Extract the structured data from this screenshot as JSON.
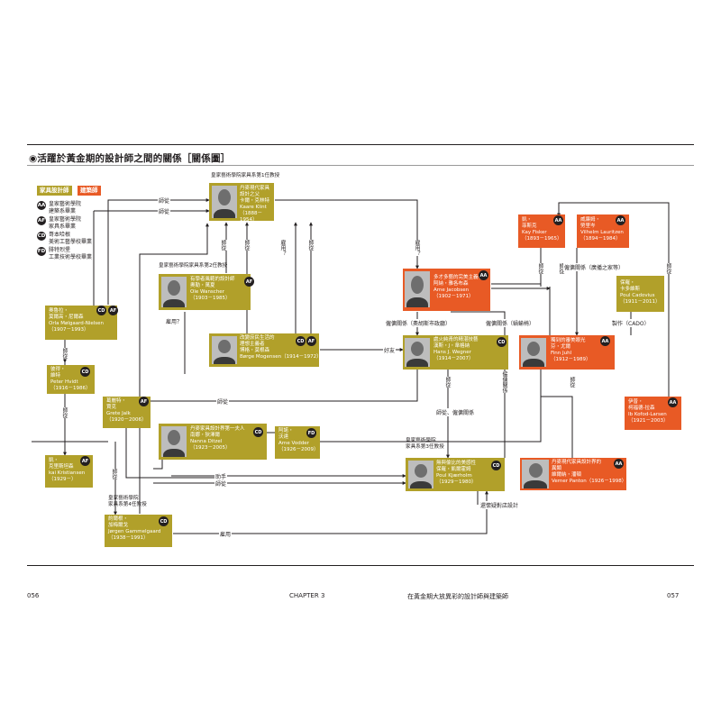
{
  "title": "◉活躍於黃金期的設計師之間的關係［關係圖］",
  "legend": {
    "furniture_designer": "家具設計師",
    "architect": "建築師",
    "items": [
      {
        "code": "AA",
        "text": "皇家藝術學院\n建築系畢業"
      },
      {
        "code": "AF",
        "text": "皇家藝術學院\n家具系畢業"
      },
      {
        "code": "CD",
        "text": "哥本哈根\n美術工藝學校畢業"
      },
      {
        "code": "FD",
        "text": "腓特烈堡\n工業技術學校畢業"
      }
    ]
  },
  "notes": {
    "klint": "皇家藝術學院家具系第1任教授",
    "wanscher": "皇家藝術學院家具系第2任教授",
    "kjaerholm": "皇家藝術學院\n家具系第3任教授",
    "gammelgaard": "皇家藝術學院\n家具系第4任教授"
  },
  "people": {
    "klint": {
      "text": "丹麥現代家具設計之父\n卡爾・克林特\nKaare Klint\n（1888－1954）"
    },
    "wanscher": {
      "text": "有學者風範的設計師\n奧勒・萬夏\nOle Wanscher\n（1903－1985）",
      "badge": "AF"
    },
    "nielsen": {
      "text": "奧魯拉・\n莫爾高・尼爾森\nOrla Mølgaard-Nielsen\n（1907－1993）",
      "badges": [
        "CD",
        "AF"
      ]
    },
    "hvidt": {
      "text": "彼得・\n維特\nPeter Hvidt\n（1916－1986）",
      "badge": "CD"
    },
    "kristiansen": {
      "text": "凱・\n克里斯坦森\nkai Kristiansen\n（1929－）",
      "badge": "AF"
    },
    "mogensen": {
      "text": "改變庶民生活的\n理想主義者\n博格・莫根森\nBørge Mogensen（1914－1972）",
      "badges": [
        "CD",
        "AF"
      ]
    },
    "jalk": {
      "text": "葛麗特・\n賈克\nGrete Jalk\n（1920－2006）",
      "badge": "AF"
    },
    "ditzel": {
      "text": "丹麥家具設計界第一夫人\n南娜・狄澤爾\nNanna Ditzel\n（1923－2005）",
      "badge": "CD"
    },
    "vodder": {
      "text": "阿諾・\n沃達\nArne Vodder\n（1926－2009）",
      "badge": "FD"
    },
    "gammelgaard": {
      "text": "約爾根・\n加梅爾戈\nJørgen Gammelgaard\n（1938－1991）",
      "badge": "CD"
    },
    "jacobsen": {
      "text": "多才多藝的完美主義者\n阿納・雅各布森\nArne Jacobsen\n（1902－1971）",
      "badge": "AA"
    },
    "wegner": {
      "text": "處火純青的精湛技藝\n漢斯・J・韋格納\nHans J. Wegner\n（1914－2007）",
      "badge": "CD"
    },
    "kjaerholm": {
      "text": "無與倫比的美感性\n保羅・凱爾霍姆\nPoul Kjærholm\n（1929－1980）",
      "badge": "CD"
    },
    "panton": {
      "text": "丹麥現代家具設計界的\n異類\n維爾納・潘頓\nVerner Panton（1926－1998）",
      "badge": "AA"
    },
    "fisker": {
      "text": "凱・\n菲斯克\nKay Fisker\n（1893－1965）",
      "badge": "AA"
    },
    "lauritzen": {
      "text": "威廉姆・\n勞里岑\nVilhelm Lauritzen\n（1894－1984）",
      "badge": "AA"
    },
    "juhl": {
      "text": "獨到的審美眼光\n芬・尤爾\nFinn Juhl\n（1912－1989）",
      "badge": "AA"
    },
    "cadovius": {
      "text": "保羅・\n卡多維斯\nPoul Cadovius\n（1911－2011）"
    },
    "kofod": {
      "text": "伊普・\n柯福德-拉森\nIb Kofod-Larsen\n（1921－2003）",
      "badge": "AA"
    }
  },
  "relations": {
    "shi_cong": "師從",
    "gu_yong": "雇用",
    "gu_yong_q": "雇用？",
    "hao_you": "好友",
    "zhu_shou": "助手",
    "gu_yong_guanxi": "僱傭關係",
    "gu_yong_furniture": "僱傭關係（奧胡斯市政廳）",
    "gu_yong_radio": "僱傭關係（廣播之家等）",
    "gu_yong_bella": "僱傭關係（蝸蝓椅）",
    "make_cado": "製作（CADO）",
    "shi_gu": "師從、僱傭關係",
    "joint_store": "還懷疑對店設計"
  },
  "footer": {
    "left_page": "056",
    "chapter": "CHAPTER 3",
    "subtitle": "在黃金期大放異彩的設計師與建築師",
    "right_page": "057"
  }
}
